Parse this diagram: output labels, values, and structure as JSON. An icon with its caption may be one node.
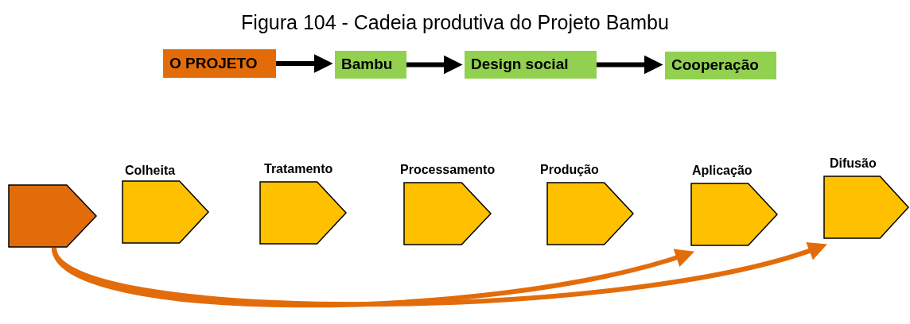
{
  "diagram": {
    "title": "Figura 104 - Cadeia produtiva do Projeto Bambu",
    "nodes": [
      {
        "text": [
          "O PROJETO"
        ]
      },
      {
        "text": [
          "Bambu"
        ]
      },
      {
        "text": [
          "Design social"
        ]
      },
      {
        "text": [
          "Cooperação"
        ]
      },
      {
        "text": [],
        "shape": "pentagon"
      },
      {
        "text": [
          "Colheita"
        ]
      },
      {
        "text": [
          "Tratamento"
        ]
      },
      {
        "text": [
          "Processamento"
        ]
      },
      {
        "text": [
          "Produção"
        ]
      },
      {
        "text": [
          "Aplicação"
        ]
      },
      {
        "text": [
          "Difusão"
        ]
      }
    ],
    "edges": [
      {
        "from": 0,
        "to": 1,
        "arrow": "to"
      },
      {
        "from": 1,
        "to": 2,
        "arrow": "to"
      },
      {
        "from": 2,
        "to": 3,
        "arrow": "to"
      },
      {
        "from": 4,
        "to": 9,
        "arrow": "to",
        "color": "#e36c0a"
      },
      {
        "from": 4,
        "to": 10,
        "arrow": "to",
        "color": "#e36c0a"
      }
    ]
  }
}
